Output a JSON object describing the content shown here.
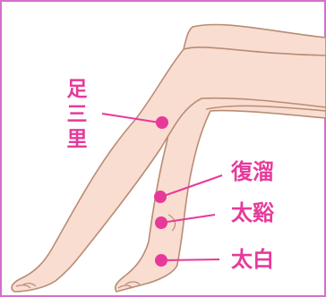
{
  "colors": {
    "border": "#d56fcf",
    "accent": "#e63a9a",
    "skin": "#f9ddd0",
    "skin_outline": "#b88c76"
  },
  "points": {
    "zusanli": {
      "label_chars": [
        "足",
        "三",
        "里"
      ]
    },
    "fuliu": {
      "label": "復溜"
    },
    "taixi": {
      "label": "太谿"
    },
    "taibai": {
      "label": "太白"
    }
  }
}
